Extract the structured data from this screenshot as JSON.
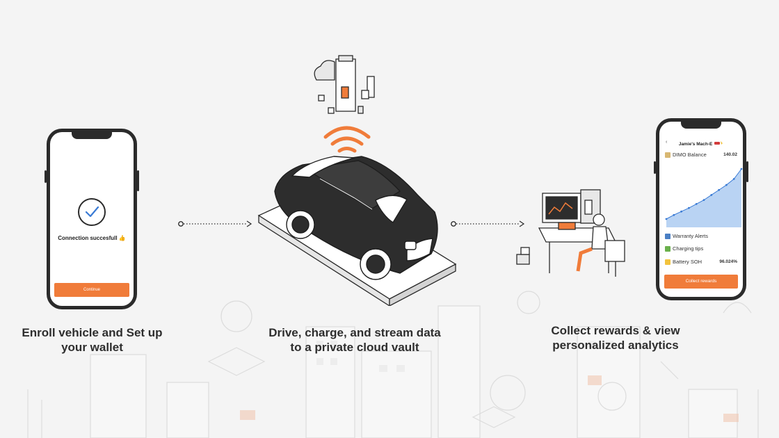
{
  "steps": [
    {
      "caption_line1": "Enroll vehicle and Set up",
      "caption_line2": "your wallet"
    },
    {
      "caption_line1": "Drive, charge, and stream data",
      "caption_line2": "to a private cloud vault"
    },
    {
      "caption_line1": "Collect rewards & view",
      "caption_line2": "personalized analytics"
    }
  ],
  "phone_left": {
    "status_text": "Connection succesfull",
    "status_emoji": "👍",
    "button_label": "Continue"
  },
  "phone_right": {
    "title": "Jamie's Mach-E",
    "back_glyph": "‹",
    "balance_label": "DIMO Balance",
    "balance_value": "140.02",
    "list": [
      {
        "label": "Warranty Alerts",
        "value": ""
      },
      {
        "label": "Charging tips",
        "value": ""
      },
      {
        "label": "Battery SOH",
        "value": "96.024%"
      }
    ],
    "button_label": "Collect rewards",
    "chart_points": [
      0.0,
      0.08,
      0.15,
      0.22,
      0.3,
      0.38,
      0.48,
      0.58,
      0.68,
      0.8,
      1.0
    ]
  },
  "colors": {
    "accent": "#f07c3a",
    "dark": "#2b2b2b",
    "chart_line": "#3a7bd5",
    "chart_fill": "#b9d3f3",
    "background": "#f4f4f4"
  }
}
